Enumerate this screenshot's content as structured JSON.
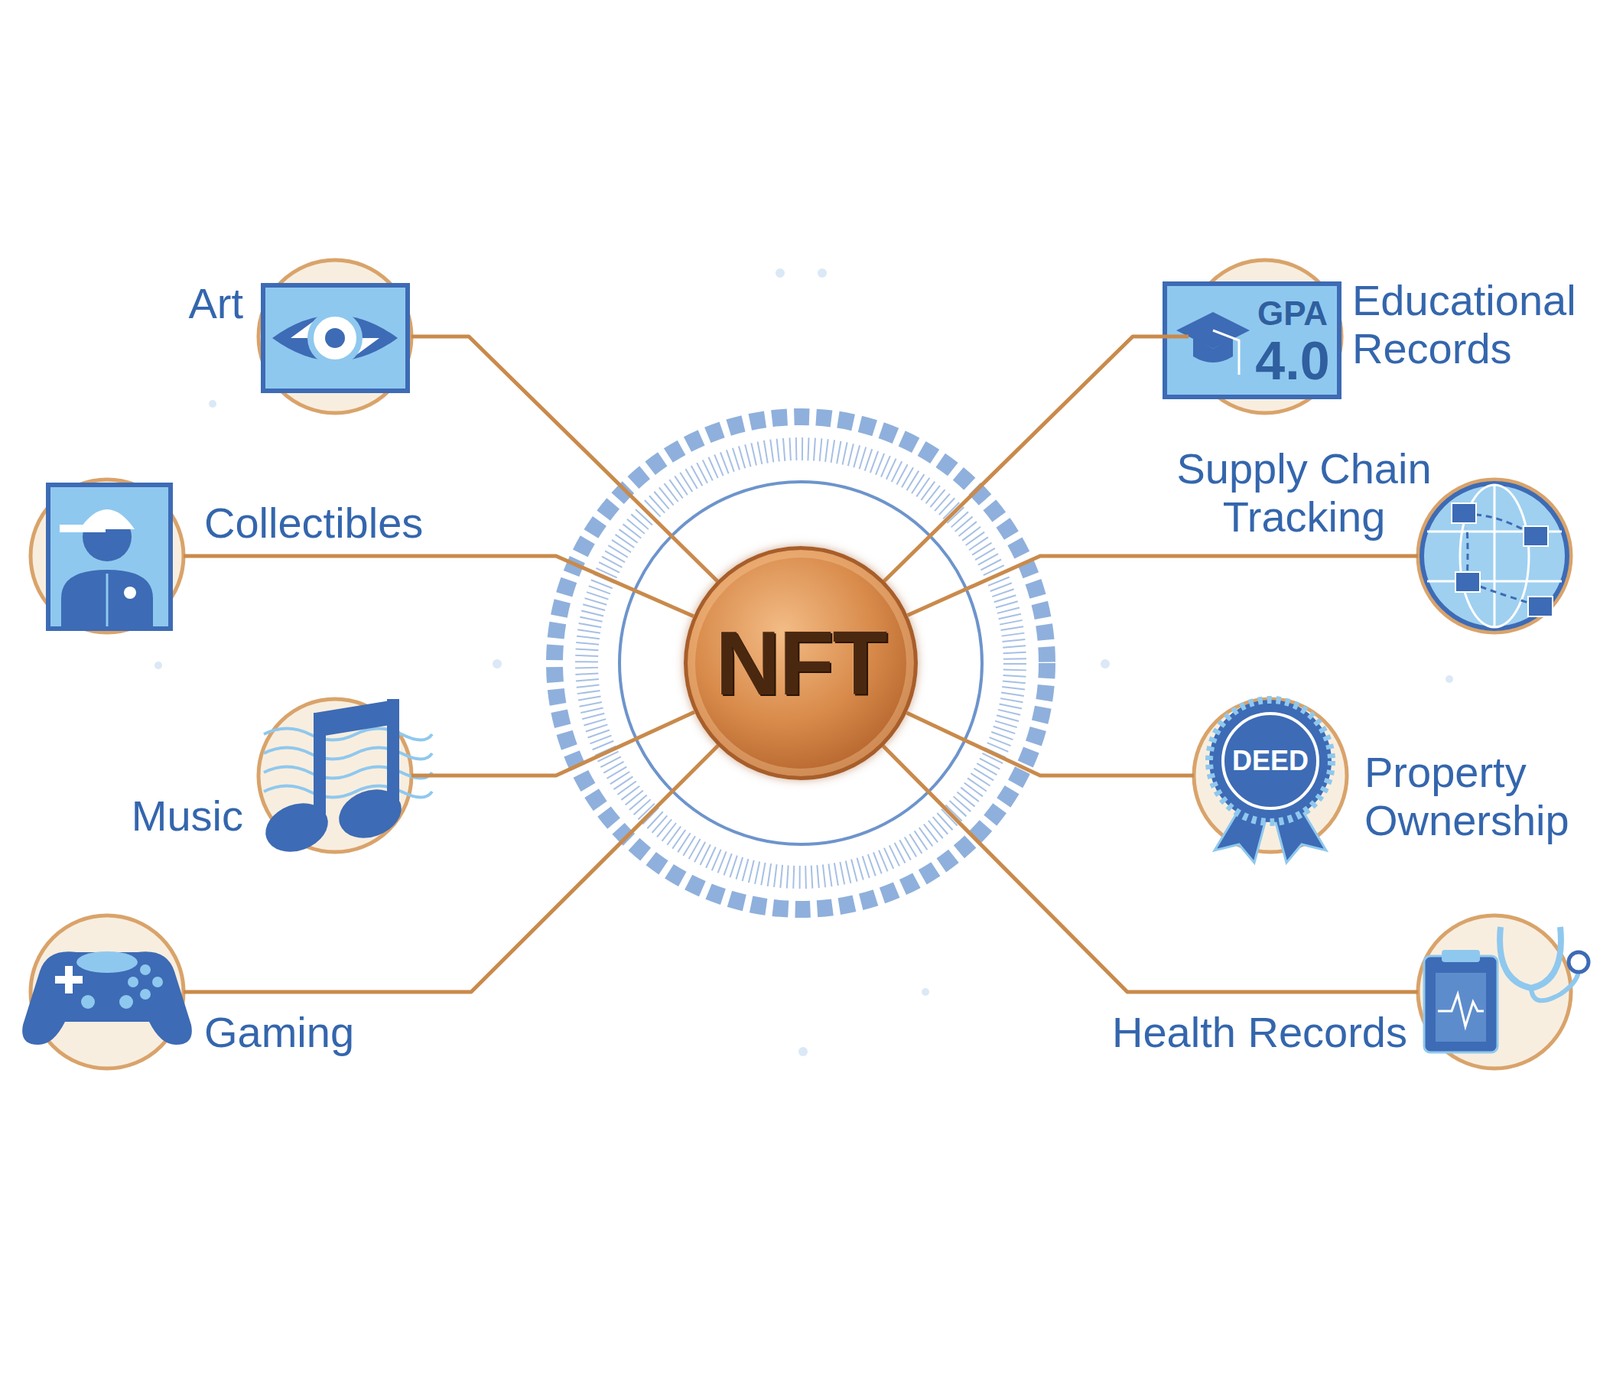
{
  "diagram": {
    "nodes": [
      {
        "text": [
          "Art"
        ]
      },
      {
        "text": [
          "Educational Records"
        ]
      },
      {
        "text": [
          "Collectibles"
        ]
      },
      {
        "text": [
          "Supply Chain Tracking"
        ]
      },
      {
        "text": [
          "NFT"
        ]
      },
      {
        "text": [
          "Music"
        ]
      },
      {
        "text": [
          "Property Ownership"
        ]
      },
      {
        "text": [
          "Gaming"
        ]
      },
      {
        "text": [
          "Health Records"
        ]
      }
    ],
    "edges": [
      {
        "from": 4,
        "to": 0,
        "arrow": "none"
      },
      {
        "from": 4,
        "to": 1,
        "arrow": "none"
      },
      {
        "from": 4,
        "to": 2,
        "arrow": "none"
      },
      {
        "from": 4,
        "to": 3,
        "arrow": "none"
      },
      {
        "from": 4,
        "to": 5,
        "arrow": "none"
      },
      {
        "from": 4,
        "to": 6,
        "arrow": "none"
      },
      {
        "from": 4,
        "to": 7,
        "arrow": "none"
      },
      {
        "from": 4,
        "to": 8,
        "arrow": "none"
      }
    ],
    "labels": [
      "GPA",
      "4.0",
      "DEED"
    ]
  }
}
